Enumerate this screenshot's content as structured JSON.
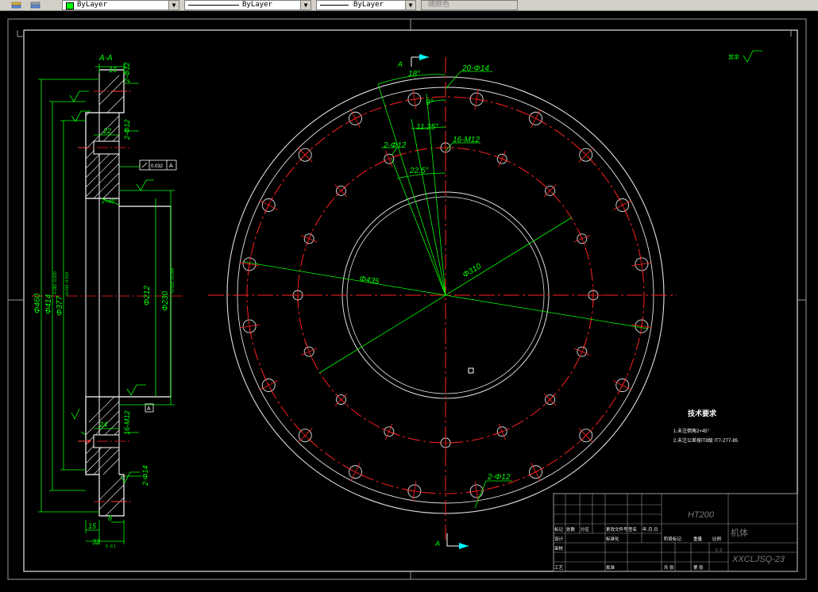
{
  "toolbar": {
    "layer_value": "ByLayer",
    "linetype_value": "ByLayer",
    "lineweight_value": "ByLayer",
    "plotstyle_value": "随颜色",
    "layer_color": "#00ff00"
  },
  "drawing": {
    "section_label": "A-A",
    "section_marker": "A",
    "dims_left": {
      "d16": "16",
      "d22": "22",
      "d24": "24",
      "d15": "15",
      "d8": "8",
      "d32": "32",
      "d32_tol": "0\n-0.1",
      "hole_2_d12_top": "2-Φ12",
      "hole_2_d12_mid": "2-Φ12",
      "m12_note": "16-M12",
      "hole_2_d14": "2-Φ14",
      "chamfer": "2×45°",
      "tolerance_frame": "0.032",
      "datum": "A",
      "dia_460": "Φ460",
      "dia_414": "Φ414",
      "dia_414_tol": "-0.082\n-0.020",
      "dia_377": "Φ377",
      "dia_377_tol": "+0.016\n-0.018",
      "dia_212": "Φ212",
      "dia_230": "Φ230",
      "dia_230_tol": "+0.033\n+0.004"
    },
    "dims_main": {
      "angle_18": "18°",
      "angle_9": "9°",
      "angle_1125": "11.25°",
      "angle_225": "22.5°",
      "holes_20_d14": "20-Φ14",
      "holes_2_d12_upper": "2-Φ12",
      "holes_16_m12": "16-M12",
      "holes_2_d12_lower": "2-Φ12",
      "dia_435": "Φ435",
      "dia_310": "Φ310"
    },
    "roughness_note": "其余",
    "tech_title": "技术要求",
    "tech_lines": [
      "1.未注倒角2×45°",
      "2.未注公差按IT8级  IT7-2T7-85"
    ],
    "title_block": {
      "material": "HT200",
      "part_name": "机体",
      "drawing_no": "XXCLJSQ-23",
      "scale": "1:2",
      "rows": [
        "标记",
        "处数",
        "分区",
        "更改文件号",
        "签名",
        "年.月.日",
        "设计",
        "标准化",
        "阶段标记",
        "重量",
        "比例",
        "审核",
        "工艺",
        "批准",
        "共 张",
        "第 张"
      ]
    }
  }
}
